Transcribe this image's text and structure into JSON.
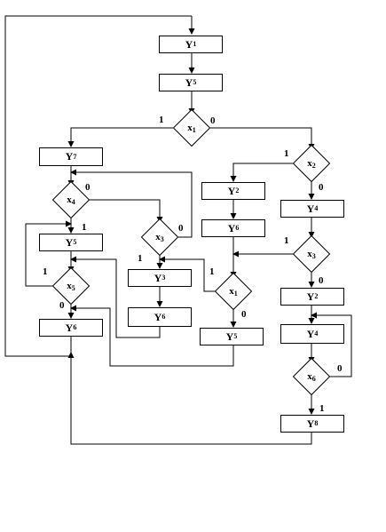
{
  "blocks": [
    {
      "id": "b1",
      "base": "Y",
      "sub": "1"
    },
    {
      "id": "b2",
      "base": "Y",
      "sub": "5"
    },
    {
      "id": "b3",
      "base": "Y",
      "sub": "7"
    },
    {
      "id": "b4",
      "base": "Y",
      "sub": "5"
    },
    {
      "id": "b5",
      "base": "Y",
      "sub": "6"
    },
    {
      "id": "b6",
      "base": "Y",
      "sub": "3"
    },
    {
      "id": "b7",
      "base": "Y",
      "sub": "6"
    },
    {
      "id": "b8",
      "base": "Y",
      "sub": "2"
    },
    {
      "id": "b9",
      "base": "Y",
      "sub": "6"
    },
    {
      "id": "b10",
      "base": "Y",
      "sub": "5"
    },
    {
      "id": "b11",
      "base": "Y",
      "sub": "4"
    },
    {
      "id": "b12",
      "base": "Y",
      "sub": "2"
    },
    {
      "id": "b13",
      "base": "Y",
      "sub": "4"
    },
    {
      "id": "b14",
      "base": "Y",
      "sub": "8"
    }
  ],
  "conditions": [
    {
      "id": "d1",
      "base": "x",
      "sub": "1",
      "true": "1",
      "false": "0"
    },
    {
      "id": "d2",
      "base": "x",
      "sub": "4",
      "true": "1",
      "false": "0"
    },
    {
      "id": "d3",
      "base": "x",
      "sub": "5",
      "true": "1",
      "false": "0"
    },
    {
      "id": "d4",
      "base": "x",
      "sub": "3",
      "true": "1",
      "false": "0"
    },
    {
      "id": "d5",
      "base": "x",
      "sub": "2",
      "true": "1",
      "false": "0"
    },
    {
      "id": "d6",
      "base": "x",
      "sub": "1",
      "true": "1",
      "false": "0"
    },
    {
      "id": "d7",
      "base": "x",
      "sub": "3",
      "true": "1",
      "false": "0"
    },
    {
      "id": "d8",
      "base": "x",
      "sub": "6",
      "true": "1",
      "false": "0"
    }
  ]
}
